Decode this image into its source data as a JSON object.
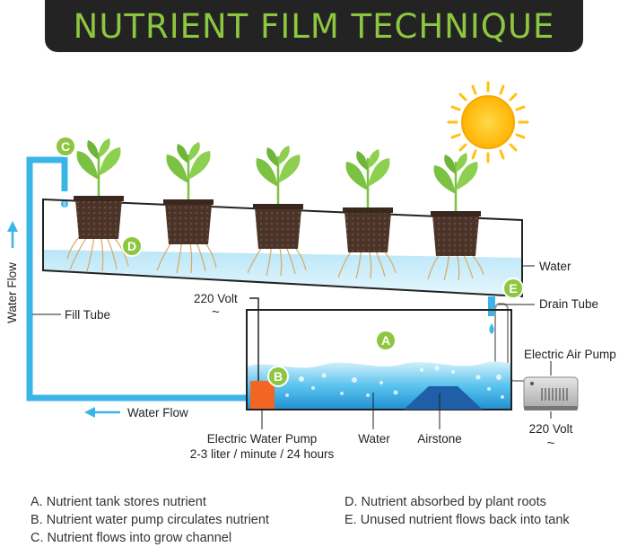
{
  "title": "NUTRIENT FILM TECHNIQUE",
  "labels": {
    "water_flow_vertical": "Water Flow",
    "fill_tube": "Fill Tube",
    "water_flow_horizontal": "Water Flow",
    "volt_left": "220 Volt",
    "volt_right": "220 Volt",
    "channel_water": "Water",
    "drain_tube": "Drain Tube",
    "air_pump": "Electric Air Pump",
    "water_pump_line1": "Electric Water Pump",
    "water_pump_line2": "2-3 liter / minute / 24 hours",
    "tank_water": "Water",
    "airstone": "Airstone",
    "approx_symbol": "~"
  },
  "markers": {
    "a": "A",
    "b": "B",
    "c": "C",
    "d": "D",
    "e": "E"
  },
  "legend_left": [
    "A. Nutrient tank stores nutrient",
    "B. Nutrient water pump circulates nutrient",
    "C. Nutrient flows into grow channel"
  ],
  "legend_right": [
    "D. Nutrient absorbed by plant roots",
    "E. Unused nutrient flows back into tank"
  ],
  "colors": {
    "title_bg": "#232323",
    "title_text": "#8dc63f",
    "marker_green": "#8dc63f",
    "tube_blue": "#3bb5e8",
    "water_light": "#c9ecfa",
    "water_deep": "#29a6e0",
    "pump_orange": "#f26522",
    "sun": "#ffc20e",
    "leaf": "#7cc242",
    "pot": "#4a3328"
  }
}
